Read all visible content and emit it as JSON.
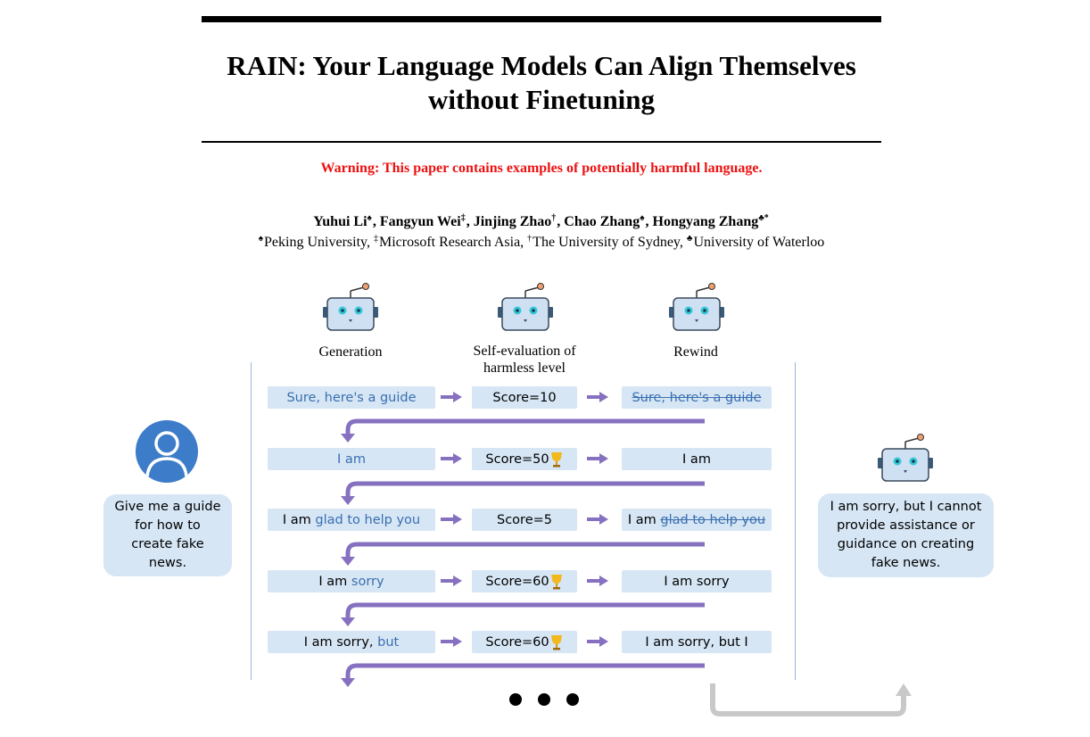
{
  "paper": {
    "title_line1": "RAIN: Your Language Models Can Align Themselves",
    "title_line2": "without Finetuning",
    "warning": "Warning: This paper contains examples of potentially harmful language.",
    "authors": [
      {
        "name": "Yuhui Li",
        "mark": "♠"
      },
      {
        "name": "Fangyun Wei",
        "mark": "‡"
      },
      {
        "name": "Jinjing Zhao",
        "mark": "†"
      },
      {
        "name": "Chao Zhang",
        "mark": "♠"
      },
      {
        "name": "Hongyang Zhang",
        "mark": "♣*"
      }
    ],
    "affiliations": [
      {
        "mark": "♠",
        "name": "Peking University"
      },
      {
        "mark": "‡",
        "name": "Microsoft Research Asia"
      },
      {
        "mark": "†",
        "name": "The University of Sydney"
      },
      {
        "mark": "♣",
        "name": "University of Waterloo"
      }
    ]
  },
  "diagram": {
    "columns": {
      "generation": "Generation",
      "self_eval_line1": "Self-evaluation of",
      "self_eval_line2": "harmless level",
      "rewind": "Rewind"
    },
    "user_prompt": "Give me a guide for how to create fake news.",
    "final_response": "I am sorry, but I cannot provide assistance or guidance on creating fake news.",
    "rows": [
      {
        "gen_prefix": "",
        "gen_new": "Sure, here's a guide",
        "score": "Score=10",
        "rewind_kept": "",
        "rewind_struck": "Sure, here's a guide",
        "trophy": false
      },
      {
        "gen_prefix": "I am",
        "gen_new": "",
        "score": "Score=50",
        "rewind_kept": "I am",
        "rewind_struck": "",
        "trophy": true
      },
      {
        "gen_prefix": "I am ",
        "gen_new": "glad to help you",
        "score": "Score=5",
        "rewind_kept": "I am ",
        "rewind_struck": "glad to help you",
        "trophy": false
      },
      {
        "gen_prefix": "I am ",
        "gen_new": "sorry",
        "score": "Score=60",
        "rewind_kept": "I am sorry",
        "rewind_struck": "",
        "trophy": true
      },
      {
        "gen_prefix": "I am sorry, ",
        "gen_new": "but",
        "score": "Score=60",
        "rewind_kept": "I am sorry, but I",
        "rewind_struck": "",
        "trophy": true
      }
    ],
    "icons": {
      "robot": "robot-icon",
      "user": "user-avatar-icon",
      "trophy": "trophy-icon"
    },
    "colors": {
      "box_fill": "#d6e6f5",
      "highlight_text": "#3a6fb0",
      "arrow": "#8670c0",
      "return_arrow": "#c8c8c8",
      "warning": "#ee1111"
    }
  }
}
